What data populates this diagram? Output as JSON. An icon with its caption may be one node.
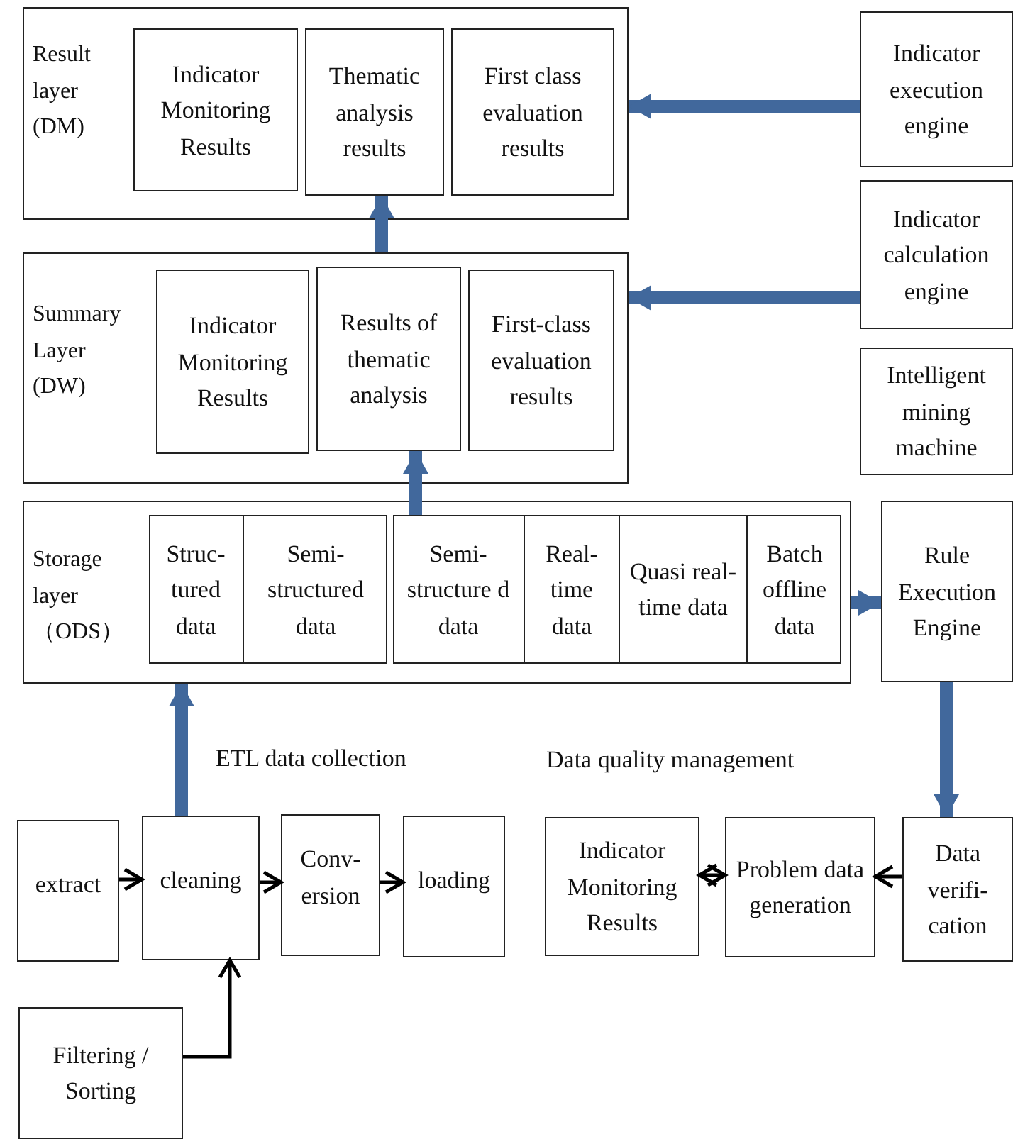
{
  "diagram": {
    "nodes": [
      {
        "text": [
          "Result layer (DM)"
        ]
      },
      {
        "text": [
          "Indicator Monitoring Results"
        ],
        "in": 0
      },
      {
        "text": [
          "Thematic analysis results"
        ],
        "in": 0
      },
      {
        "text": [
          "First class evaluation results"
        ],
        "in": 0
      },
      {
        "text": [
          "Indicator execution engine"
        ]
      },
      {
        "text": [
          "Indicator calculation engine"
        ]
      },
      {
        "text": [
          "Summary Layer (DW)"
        ]
      },
      {
        "text": [
          "Indicator Monitoring Results"
        ],
        "in": 6
      },
      {
        "text": [
          "Results of thematic analysis"
        ],
        "in": 6
      },
      {
        "text": [
          "First-class evaluation results"
        ],
        "in": 6
      },
      {
        "text": [
          "Intelligent mining machine"
        ]
      },
      {
        "text": [
          "Storage layer（ODS）"
        ]
      },
      {
        "text": [],
        "shape": "box",
        "in": 11
      },
      {
        "text": [
          "Struc- tured data"
        ],
        "in": 12
      },
      {
        "text": [
          "Semi- structured data"
        ],
        "in": 12
      },
      {
        "text": [],
        "shape": "box",
        "in": 11
      },
      {
        "text": [
          "Semi- structure d data"
        ],
        "in": 15
      },
      {
        "text": [
          "Real- time data"
        ],
        "in": 15
      },
      {
        "text": [
          "Quasi real-time data"
        ],
        "in": 15
      },
      {
        "text": [
          "Batch offline data"
        ],
        "in": 15
      },
      {
        "text": [
          "Rule Execution Engine"
        ]
      },
      {
        "text": [
          "extract"
        ]
      },
      {
        "text": [
          "cleaning"
        ]
      },
      {
        "text": [
          "Conv- ersion"
        ]
      },
      {
        "text": [
          "loading"
        ]
      },
      {
        "text": [
          "Filtering / Sorting"
        ]
      },
      {
        "text": [
          "Indicator Monitoring Results"
        ]
      },
      {
        "text": [
          "Problem data generation"
        ]
      },
      {
        "text": [
          "Data verifi- cation"
        ]
      }
    ],
    "edges": [
      {
        "from": 4,
        "to": 0,
        "arrow": "to"
      },
      {
        "from": 5,
        "to": 6,
        "arrow": "to"
      },
      {
        "from": 6,
        "to": 2,
        "arrow": "to"
      },
      {
        "from": 15,
        "to": 8,
        "arrow": "to"
      },
      {
        "from": 22,
        "to": 11,
        "arrow": "to"
      },
      {
        "from": 11,
        "to": 20,
        "arrow": "to"
      },
      {
        "from": 20,
        "to": 28,
        "arrow": "to"
      },
      {
        "from": 21,
        "to": 22,
        "arrow": "to",
        "color": "#000000"
      },
      {
        "from": 22,
        "to": 23,
        "arrow": "to",
        "color": "#000000"
      },
      {
        "from": 23,
        "to": 24,
        "arrow": "to",
        "color": "#000000"
      },
      {
        "from": 25,
        "to": 22,
        "arrow": "to",
        "color": "#000000"
      },
      {
        "from": 28,
        "to": 27,
        "arrow": "to",
        "color": "#000000"
      },
      {
        "from": 27,
        "to": 26,
        "arrow": "both",
        "color": "#000000"
      }
    ],
    "labels": [
      "ETL data collection",
      "Data quality management"
    ]
  }
}
